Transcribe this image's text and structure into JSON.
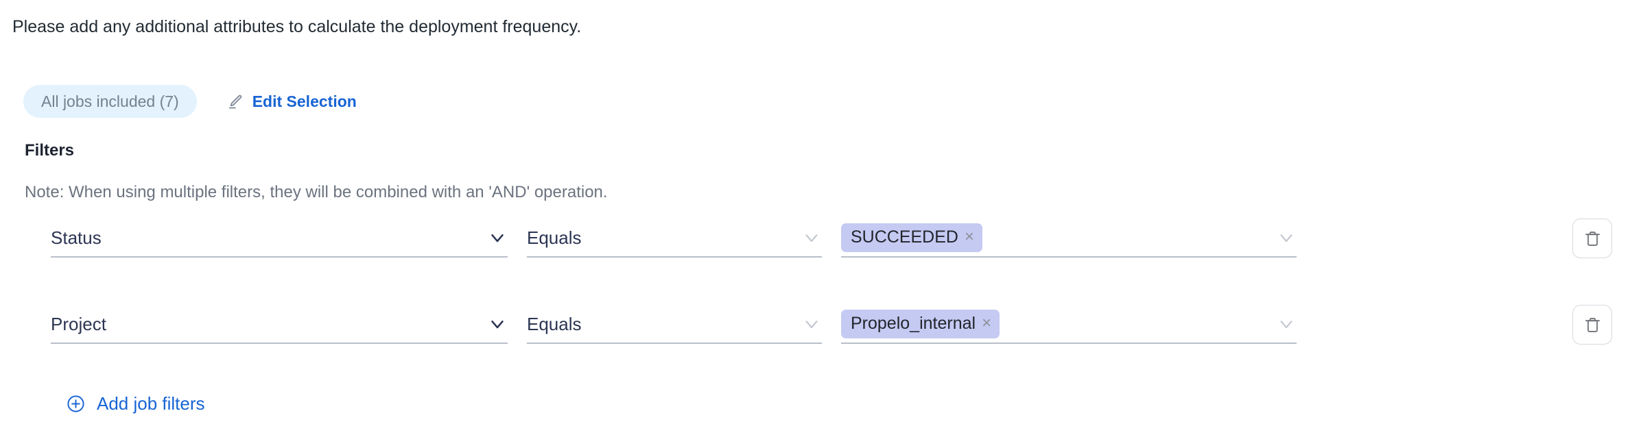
{
  "intro": {
    "text": "Please add any additional attributes to calculate the deployment frequency."
  },
  "selection": {
    "jobs_pill_label": "All jobs included (7)",
    "edit_label": "Edit Selection",
    "edit_icon": "pencil-icon"
  },
  "filters": {
    "title": "Filters",
    "note": "Note: When using multiple filters, they will be combined with an 'AND' operation.",
    "add_label": "Add job filters",
    "add_icon": "plus-circle-icon",
    "delete_icon": "trash-icon",
    "rows": [
      {
        "attribute": "Status",
        "operator": "Equals",
        "value_chips": [
          {
            "label": "SUCCEEDED",
            "remove": "×"
          }
        ]
      },
      {
        "attribute": "Project",
        "operator": "Equals",
        "value_chips": [
          {
            "label": "Propelo_internal",
            "remove": "×"
          }
        ]
      }
    ]
  },
  "colors": {
    "link": "#1764d4",
    "pill_background": "#e3f2fd",
    "pill_text": "#76808f",
    "chip_background": "#c5caf3",
    "field_text": "#2c3553",
    "underline": "#b9bec7",
    "note_text": "#6b737f"
  }
}
